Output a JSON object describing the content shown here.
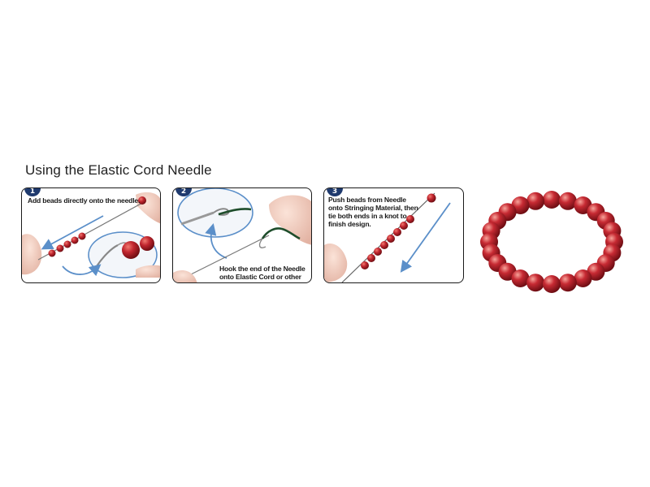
{
  "title": "Using the Elastic Cord Needle",
  "steps": [
    {
      "number": "1",
      "caption": "Add beads directly onto the needle."
    },
    {
      "number": "2",
      "caption": "Hook the end of the Needle onto Elastic Cord or other cording."
    },
    {
      "number": "3",
      "caption": "Push beads from Needle onto Stringing Material, then tie both ends in a knot to finish design."
    }
  ],
  "colors": {
    "badge": "#1f3a6e",
    "bead": "#b3202a",
    "arrow": "#5b8fc9",
    "cord": "#1e4d2b"
  },
  "icons": [
    "hand-illustration",
    "needle-illustration",
    "bead-illustration",
    "arrow-illustration",
    "bracelet-illustration"
  ]
}
